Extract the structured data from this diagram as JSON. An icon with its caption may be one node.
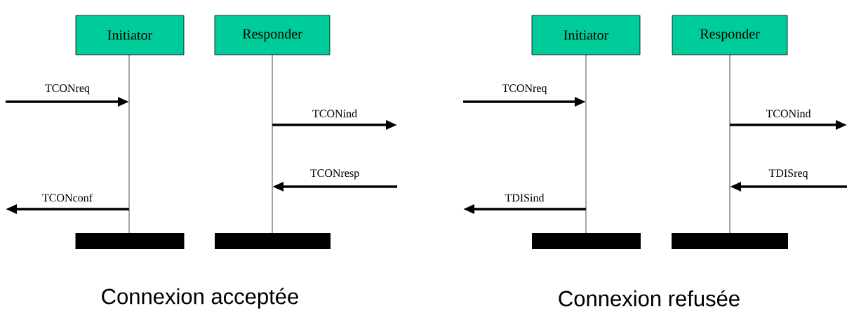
{
  "diagram": {
    "nodes": [
      {
        "text": [
          "Initiator"
        ]
      },
      {
        "text": [
          "Responder"
        ]
      },
      {
        "text": [
          "Initiator"
        ]
      },
      {
        "text": [
          "Responder"
        ]
      },
      {
        "text": [],
        "shape": "line"
      },
      {
        "text": [],
        "shape": "line"
      },
      {
        "text": [],
        "shape": "line"
      },
      {
        "text": [],
        "shape": "line"
      },
      {
        "text": [],
        "shape": "bar"
      },
      {
        "text": [],
        "shape": "bar"
      },
      {
        "text": [],
        "shape": "bar"
      },
      {
        "text": [],
        "shape": "bar"
      }
    ],
    "edges": [
      {
        "from": null,
        "to": 4,
        "arrow": "to",
        "label": "TCONreq"
      },
      {
        "from": 5,
        "to": null,
        "arrow": "to",
        "label": "TCONind"
      },
      {
        "from": null,
        "to": 5,
        "arrow": "to",
        "label": "TCONresp"
      },
      {
        "from": 4,
        "to": null,
        "arrow": "to",
        "label": "TCONconf"
      },
      {
        "from": null,
        "to": 6,
        "arrow": "to",
        "label": "TCONreq"
      },
      {
        "from": 7,
        "to": null,
        "arrow": "to",
        "label": "TCONind"
      },
      {
        "from": null,
        "to": 7,
        "arrow": "to",
        "label": "TDISreq"
      },
      {
        "from": 6,
        "to": null,
        "arrow": "to",
        "label": "TDISind"
      }
    ],
    "labels": [
      "Connexion acceptée",
      "Connexion refusée"
    ]
  }
}
